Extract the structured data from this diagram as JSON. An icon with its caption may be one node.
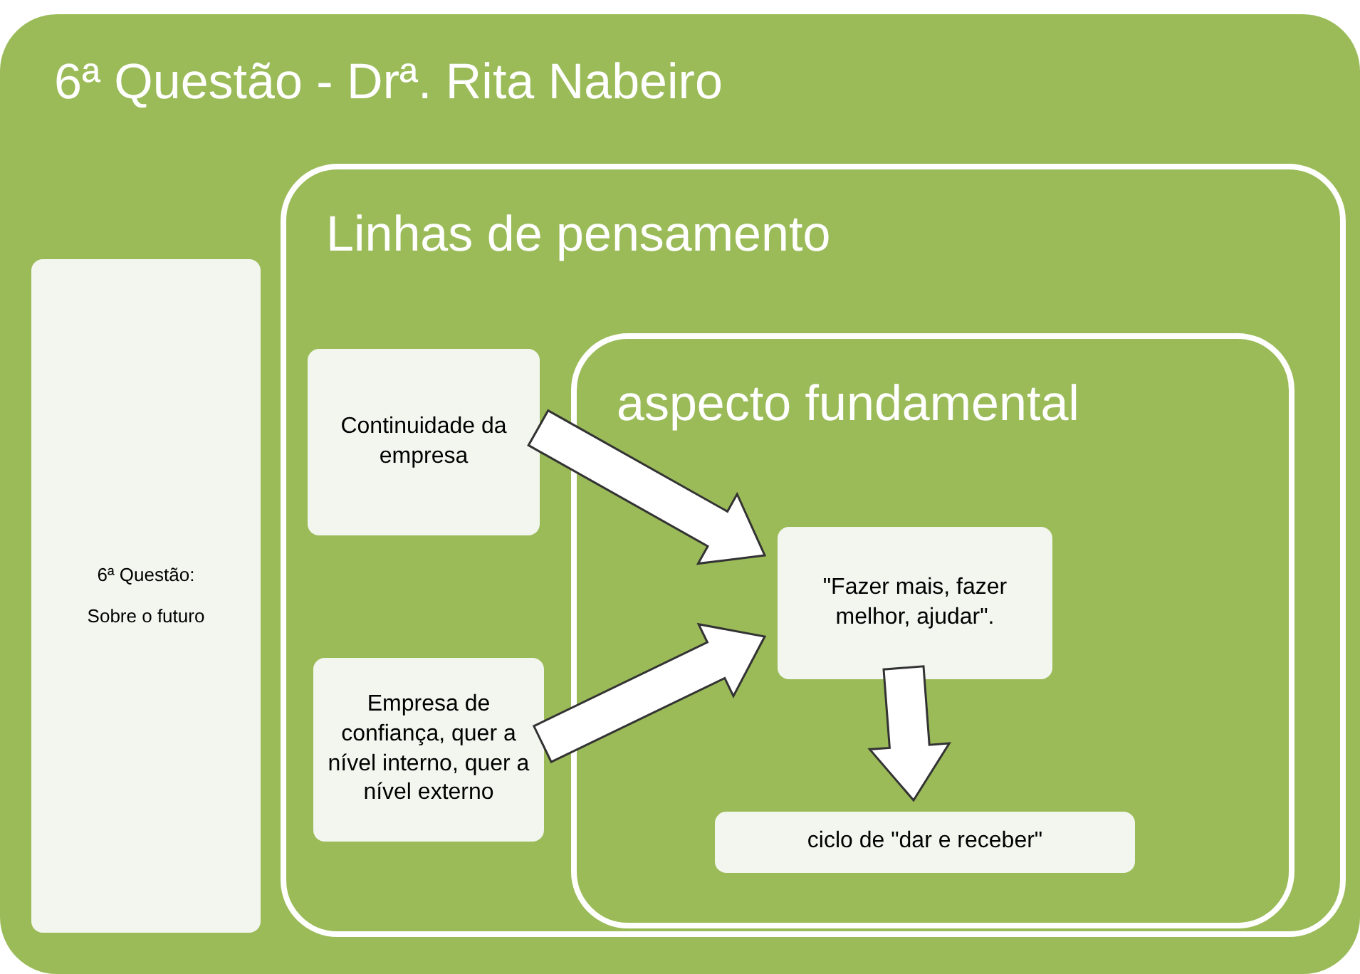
{
  "diagram": {
    "nodes": [
      {
        "text": [
          "6ª Questão - Drª. Rita Nabeiro"
        ]
      },
      {
        "text": [
          "6ª Questão:",
          "Sobre o futuro"
        ],
        "in": 0
      },
      {
        "text": [
          "Linhas de pensamento"
        ],
        "in": 0
      },
      {
        "text": [
          "Continuidade da empresa"
        ],
        "in": 2
      },
      {
        "text": [
          "Empresa de confiança, quer a nível interno, quer a nível externo"
        ],
        "in": 2
      },
      {
        "text": [
          "aspecto fundamental"
        ],
        "in": 2
      },
      {
        "text": [
          "\"Fazer mais, fazer melhor, ajudar\"."
        ],
        "in": 5
      },
      {
        "text": [
          "ciclo de \"dar e receber\""
        ],
        "in": 5
      }
    ],
    "edges": [
      {
        "from": 3,
        "to": 6,
        "arrow": "to",
        "style": "thick"
      },
      {
        "from": 4,
        "to": 6,
        "arrow": "to",
        "style": "thick"
      },
      {
        "from": 6,
        "to": 7,
        "arrow": "to",
        "style": "thick"
      }
    ]
  }
}
